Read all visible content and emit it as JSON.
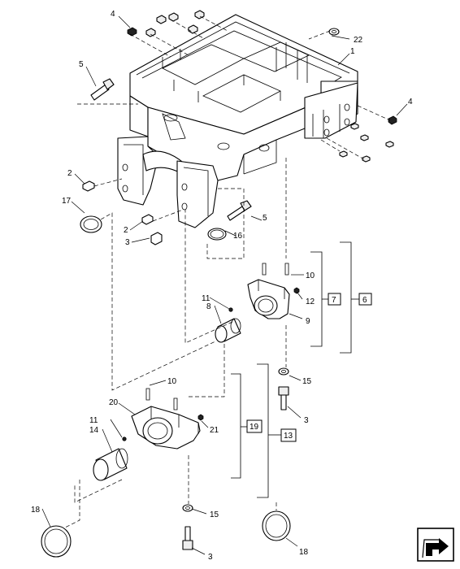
{
  "callouts": {
    "c1": "1",
    "c2a": "2",
    "c2b": "2",
    "c3a": "3",
    "c3b": "3",
    "c3c": "3",
    "c4a": "4",
    "c4b": "4",
    "c5a": "5",
    "c5b": "5",
    "c6": "6",
    "c7": "7",
    "c8": "8",
    "c9": "9",
    "c10a": "10",
    "c10b": "10",
    "c11a": "11",
    "c11b": "11",
    "c12": "12",
    "c13": "13",
    "c14": "14",
    "c15a": "15",
    "c15b": "15",
    "c16": "16",
    "c17": "17",
    "c18a": "18",
    "c18b": "18",
    "c19": "19",
    "c20": "20",
    "c21": "21",
    "c22": "22"
  },
  "icons": {
    "nav": "next-page-arrow-icon"
  }
}
